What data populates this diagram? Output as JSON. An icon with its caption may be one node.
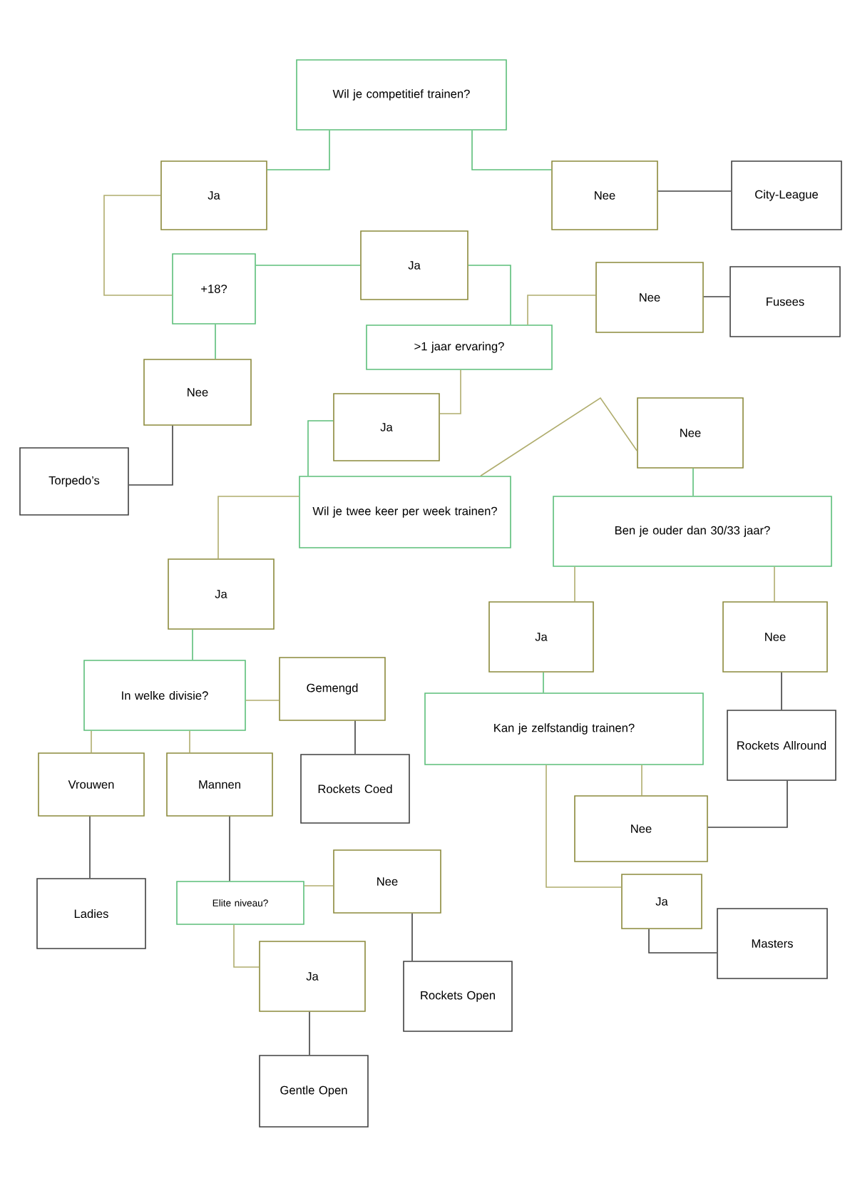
{
  "diagram": {
    "nodes": [
      {
        "text": [
          "Wil je competitief trainen?"
        ]
      },
      {
        "text": [
          "Ja"
        ]
      },
      {
        "text": [
          "Nee"
        ]
      },
      {
        "text": [
          "City-League"
        ]
      },
      {
        "text": [
          "+18?"
        ]
      },
      {
        "text": [
          "Ja"
        ]
      },
      {
        "text": [
          "Nee"
        ]
      },
      {
        "text": [
          "Fusees"
        ]
      },
      {
        "text": [
          ">1 jaar ervaring?"
        ]
      },
      {
        "text": [
          "Nee"
        ]
      },
      {
        "text": [
          "Torpedo’s"
        ]
      },
      {
        "text": [
          "Ja"
        ]
      },
      {
        "text": [
          "Nee"
        ]
      },
      {
        "text": [
          "Wil je twee keer per week trainen?"
        ]
      },
      {
        "text": [
          "Ben je ouder dan 30/33 jaar?"
        ]
      },
      {
        "text": [
          "Ja"
        ]
      },
      {
        "text": [
          "Ja"
        ]
      },
      {
        "text": [
          "Nee"
        ]
      },
      {
        "text": [
          "In welke divisie?"
        ]
      },
      {
        "text": [
          "Gemengd"
        ]
      },
      {
        "text": [
          "Kan je zelfstandig trainen?"
        ]
      },
      {
        "text": [
          "Rockets Allround"
        ]
      },
      {
        "text": [
          "Vrouwen"
        ]
      },
      {
        "text": [
          "Mannen"
        ]
      },
      {
        "text": [
          "Rockets Coed"
        ]
      },
      {
        "text": [
          "Nee"
        ]
      },
      {
        "text": [
          "Ja"
        ]
      },
      {
        "text": [
          "Ladies"
        ]
      },
      {
        "text": [
          "Elite niveau?"
        ]
      },
      {
        "text": [
          "Nee"
        ]
      },
      {
        "text": [
          "Masters"
        ]
      },
      {
        "text": [
          "Ja"
        ]
      },
      {
        "text": [
          "Rockets Open"
        ]
      },
      {
        "text": [
          "Gentle Open"
        ]
      }
    ],
    "edges": [
      {
        "from": 0,
        "to": 1,
        "arrow": "none",
        "color": "#5cbf7a"
      },
      {
        "from": 0,
        "to": 2,
        "arrow": "none",
        "color": "#5cbf7a"
      },
      {
        "from": 2,
        "to": 3,
        "arrow": "none",
        "color": "#404040"
      },
      {
        "from": 1,
        "to": 4,
        "arrow": "none"
      },
      {
        "from": 4,
        "to": 5,
        "arrow": "none",
        "color": "#5cbf7a"
      },
      {
        "from": 5,
        "to": 8,
        "arrow": "none",
        "color": "#5cbf7a"
      },
      {
        "from": 8,
        "to": 6,
        "arrow": "none"
      },
      {
        "from": 6,
        "to": 7,
        "arrow": "none",
        "color": "#404040"
      },
      {
        "from": 4,
        "to": 9,
        "arrow": "none",
        "color": "#5cbf7a"
      },
      {
        "from": 9,
        "to": 10,
        "arrow": "none",
        "color": "#404040"
      },
      {
        "from": 8,
        "to": 11,
        "arrow": "none"
      },
      {
        "from": 11,
        "to": 13,
        "arrow": "none",
        "color": "#5cbf7a"
      },
      {
        "from": 13,
        "to": 12,
        "arrow": "none"
      },
      {
        "from": 12,
        "to": 14,
        "arrow": "none",
        "color": "#5cbf7a"
      },
      {
        "from": 13,
        "to": 15,
        "arrow": "none"
      },
      {
        "from": 15,
        "to": 18,
        "arrow": "none",
        "color": "#5cbf7a"
      },
      {
        "from": 18,
        "to": 19,
        "arrow": "none"
      },
      {
        "from": 14,
        "to": 16,
        "arrow": "none"
      },
      {
        "from": 14,
        "to": 17,
        "arrow": "none"
      },
      {
        "from": 18,
        "to": 22,
        "arrow": "none"
      },
      {
        "from": 18,
        "to": 23,
        "arrow": "none"
      },
      {
        "from": 19,
        "to": 24,
        "arrow": "none",
        "color": "#404040"
      },
      {
        "from": 16,
        "to": 20,
        "arrow": "none",
        "color": "#5cbf7a"
      },
      {
        "from": 17,
        "to": 21,
        "arrow": "none",
        "color": "#404040"
      },
      {
        "from": 22,
        "to": 27,
        "arrow": "none",
        "color": "#404040"
      },
      {
        "from": 23,
        "to": 28,
        "arrow": "none",
        "color": "#404040"
      },
      {
        "from": 20,
        "to": 25,
        "arrow": "none"
      },
      {
        "from": 20,
        "to": 26,
        "arrow": "none"
      },
      {
        "from": 25,
        "to": 21,
        "arrow": "none",
        "color": "#404040"
      },
      {
        "from": 28,
        "to": 29,
        "arrow": "none"
      },
      {
        "from": 28,
        "to": 31,
        "arrow": "none"
      },
      {
        "from": 29,
        "to": 32,
        "arrow": "none",
        "color": "#404040"
      },
      {
        "from": 31,
        "to": 33,
        "arrow": "none",
        "color": "#404040"
      },
      {
        "from": 26,
        "to": 30,
        "arrow": "none",
        "color": "#404040"
      }
    ]
  }
}
